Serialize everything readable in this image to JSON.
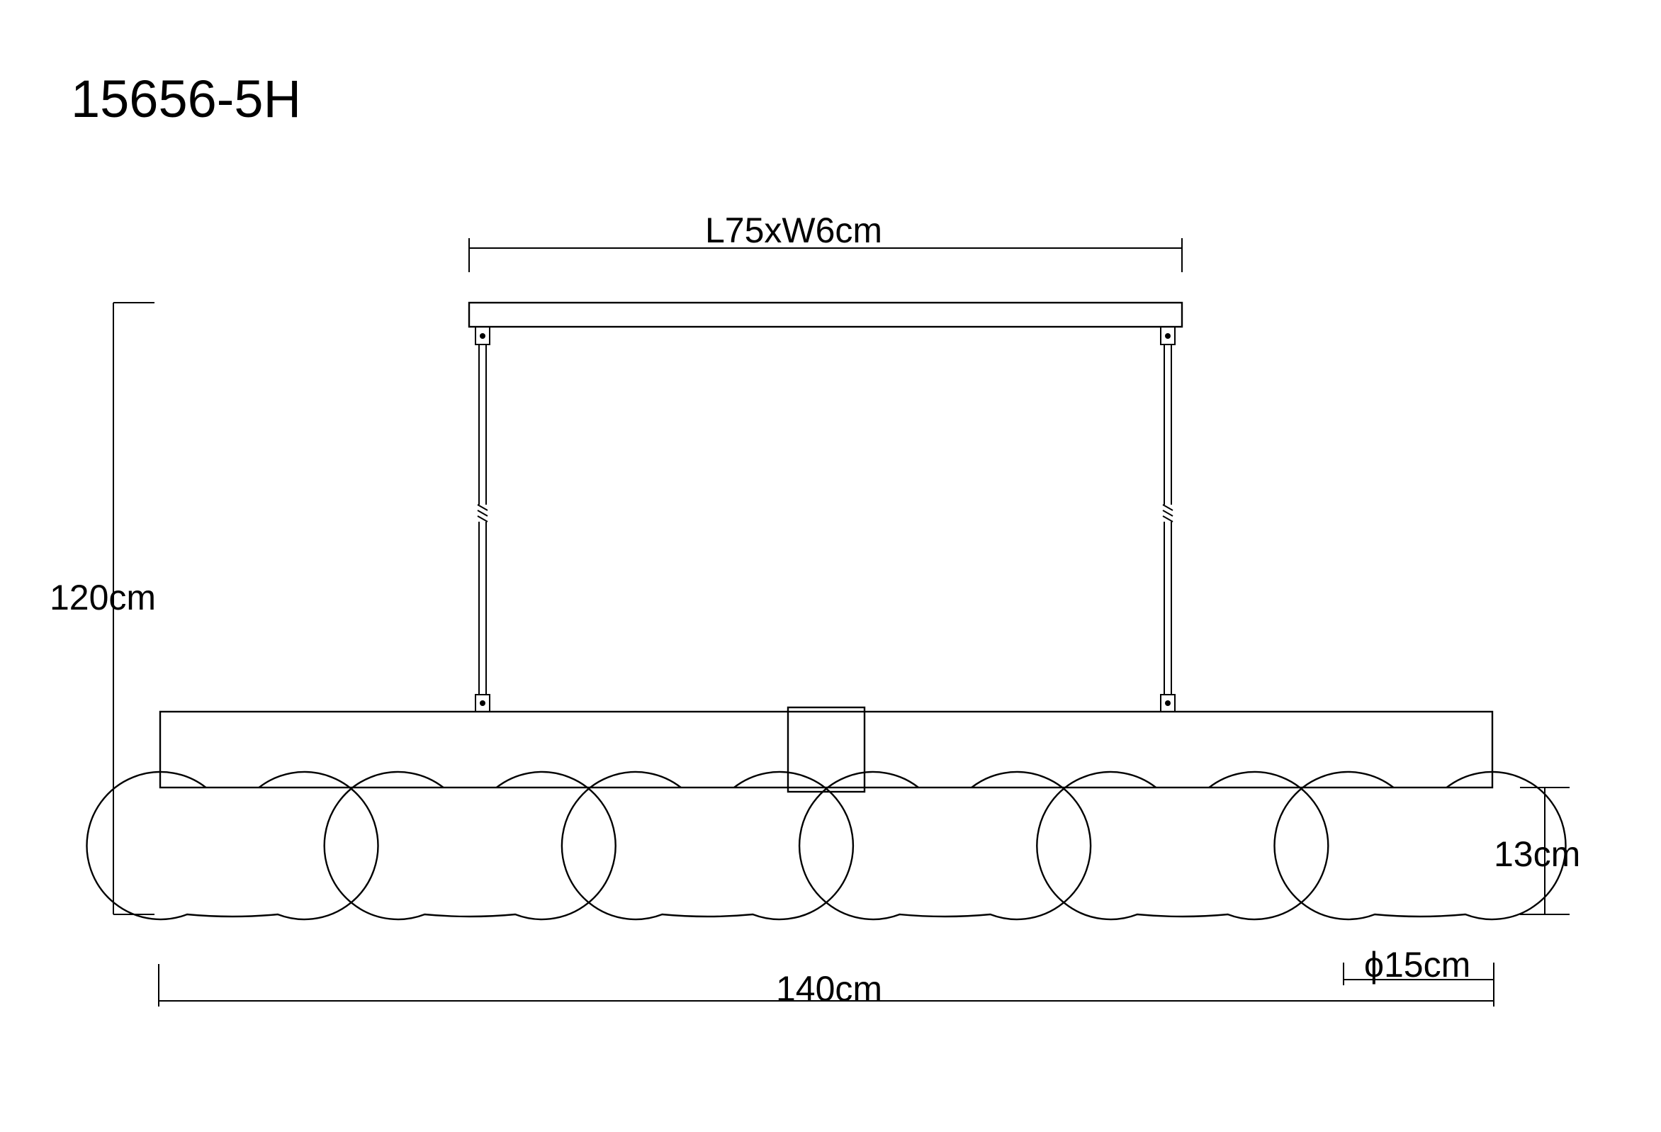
{
  "model_code": "15656-5H",
  "dimensions": {
    "canopy": "L75xW6cm",
    "total_height": "120cm",
    "total_length": "140cm",
    "shade_height": "13cm",
    "shade_diameter": "ϕ15cm"
  },
  "fixture": {
    "shade_count": 6,
    "suspension_count": 2,
    "colors": {
      "line": "#000000",
      "background": "#ffffff"
    }
  }
}
